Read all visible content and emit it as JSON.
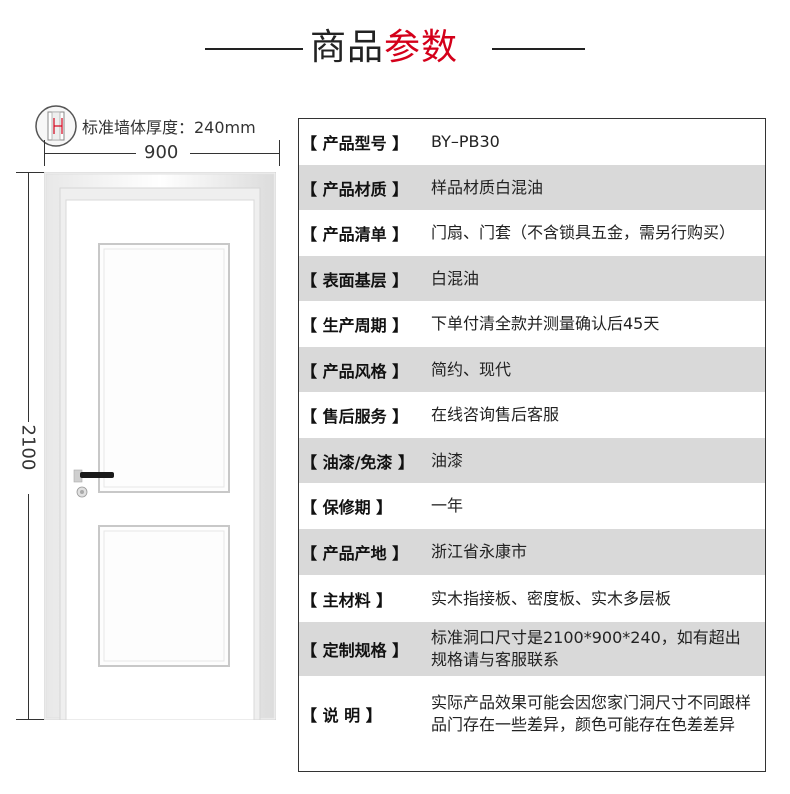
{
  "header": {
    "title_black": "商品",
    "title_red": "参数"
  },
  "wall_note": "标准墙体厚度：240mm",
  "dimensions": {
    "width_label": "900",
    "height_label": "2100"
  },
  "specs": [
    {
      "key": "【 产品型号 】",
      "value": "BY–PB30",
      "shaded": false
    },
    {
      "key": "【 产品材质 】",
      "value": "样品材质白混油",
      "shaded": true
    },
    {
      "key": "【 产品清单 】",
      "value": "门扇、门套（不含锁具五金，需另行购买）",
      "shaded": false
    },
    {
      "key": "【 表面基层 】",
      "value": "白混油",
      "shaded": true
    },
    {
      "key": "【 生产周期 】",
      "value": "下单付清全款并测量确认后45天",
      "shaded": false
    },
    {
      "key": "【 产品风格 】",
      "value": "简约、现代",
      "shaded": true
    },
    {
      "key": "【 售后服务 】",
      "value": "在线咨询售后客服",
      "shaded": false
    },
    {
      "key": "【 油漆/免漆 】",
      "value": "油漆",
      "shaded": true
    },
    {
      "key": "【   保修期   】",
      "value": "一年",
      "shaded": false
    },
    {
      "key": "【 产品产地 】",
      "value": "浙江省永康市",
      "shaded": true
    },
    {
      "key": "【 主材料 】",
      "value": "实木指接板、密度板、实木多层板",
      "shaded": false
    },
    {
      "key": "【 定制规格 】",
      "value": "标准洞口尺寸是2100*900*240，如有超出规格请与客服联系",
      "shaded": true
    },
    {
      "key": "【  说  明  】",
      "value": "实际产品效果可能会因您家门洞尺寸不同跟样品门存在一些差异，颜色可能存在色差差异",
      "shaded": false
    }
  ],
  "colors": {
    "accent_red": "#d4001a",
    "row_shade": "#d9d9d9"
  }
}
